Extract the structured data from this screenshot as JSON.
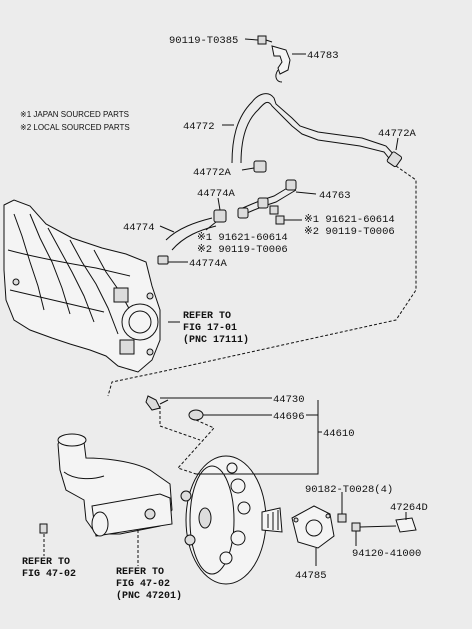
{
  "notes": {
    "note1": "※1 JAPAN SOURCED PARTS",
    "note2": "※2 LOCAL SOURCED PARTS"
  },
  "labels": {
    "p90119_t0385": "90119-T0385",
    "p44783": "44783",
    "p44772": "44772",
    "p44772a_right": "44772A",
    "p44772a_left": "44772A",
    "p44763": "44763",
    "p44774a_top": "44774A",
    "p44774": "44774",
    "p44774a_bottom": "44774A",
    "p91621_right": "※1 91621-60614",
    "p90119_right": "※2 90119-T0006",
    "p91621_left": "※1 91621-60614",
    "p90119_left": "※2 90119-T0006",
    "refer_17_1": "REFER TO",
    "refer_17_2": "FIG 17-01",
    "refer_17_3": "(PNC 17111)",
    "p44730": "44730",
    "p44696": "44696",
    "p44610": "44610",
    "p90182": "90182-T0028(4)",
    "p47264d": "47264D",
    "p94120": "94120-41000",
    "p44785": "44785",
    "refer_47a_1": "REFER TO",
    "refer_47a_2": "FIG 47-02",
    "refer_47b_1": "REFER TO",
    "refer_47b_2": "FIG 47-02",
    "refer_47b_3": "(PNC 47201)"
  }
}
